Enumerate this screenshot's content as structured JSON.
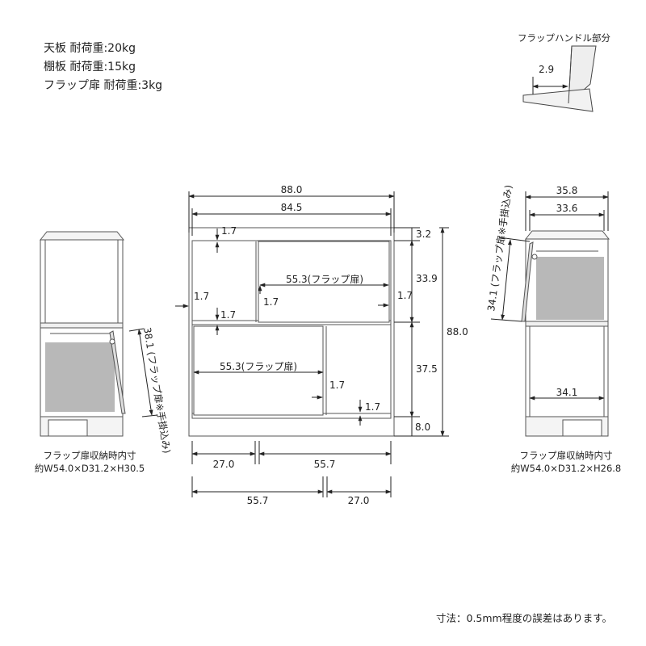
{
  "notes": {
    "top_panel": "天板 耐荷重:20kg",
    "shelf": "棚板 耐荷重:15kg",
    "flap_door": "フラップ扉 耐荷重:3kg"
  },
  "handle": {
    "title": "フラップハンドル部分",
    "dim": "2.9"
  },
  "front": {
    "total_width": "88.0",
    "inner_width": "84.5",
    "top_gap": "1.7",
    "left_gap": "1.7",
    "upper_gap_under_door": "1.7",
    "mid_gap_left": "1.7",
    "mid_gap_right": "1.7",
    "lower_door_gap": "1.7",
    "bottom_gap": "1.7",
    "upper_flap": "55.3(フラップ扉)",
    "lower_flap": "55.3(フラップ扉)",
    "top_board": "3.2",
    "upper_height": "33.9",
    "lower_height": "37.5",
    "base_height": "8.0",
    "total_height": "88.0",
    "row1_left": "27.0",
    "row1_right": "55.7",
    "row2_left": "55.7",
    "row2_right": "27.0"
  },
  "left_side": {
    "flap_dim": "38.1 (フラップ扉※手掛込み)",
    "caption_1": "フラップ扉収納時内寸",
    "caption_2": "約W54.0×D31.2×H30.5"
  },
  "right_side": {
    "outer_depth": "35.8",
    "inner_depth": "33.6",
    "flap_dim": "34.1 (フラップ扉※手掛込み)",
    "shelf_depth": "34.1",
    "caption_1": "フラップ扉収納時内寸",
    "caption_2": "約W54.0×D31.2×H26.8"
  },
  "footer": "寸法：0.5mm程度の誤差はあります。"
}
